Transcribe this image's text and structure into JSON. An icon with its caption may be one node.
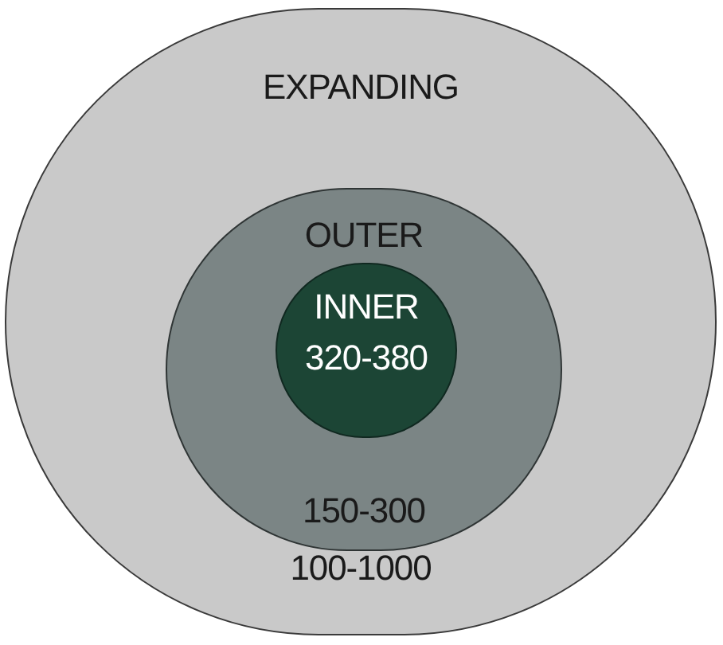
{
  "diagram": {
    "nodes": [
      {
        "text": [
          "EXPANDING",
          "100-1000"
        ]
      },
      {
        "text": [
          "OUTER",
          "150-300"
        ],
        "in": 0
      },
      {
        "text": [
          "INNER",
          "320-380"
        ],
        "in": 1
      }
    ]
  }
}
